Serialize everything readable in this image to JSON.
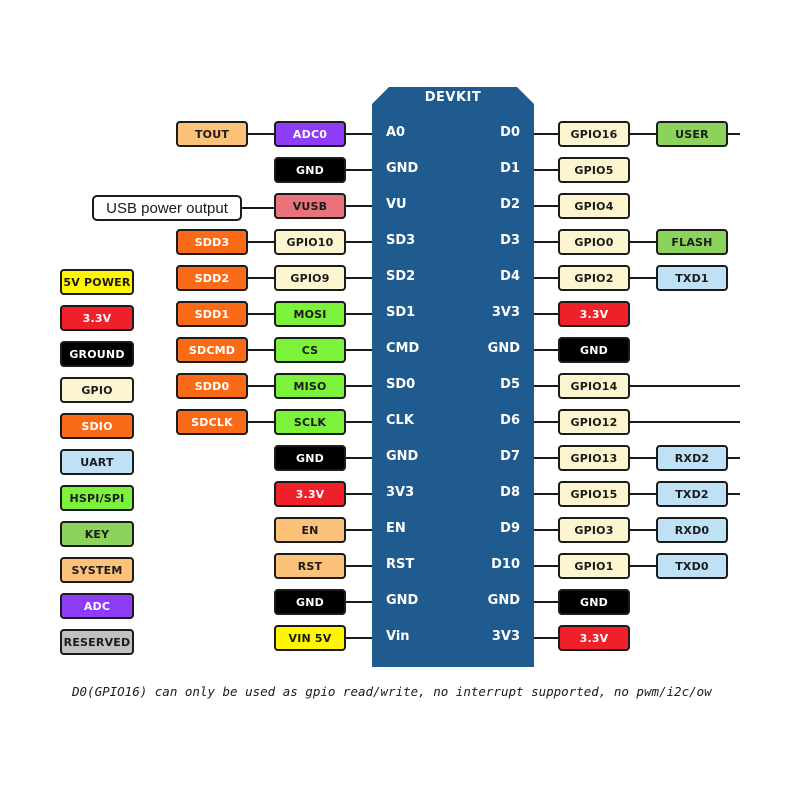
{
  "board": {
    "title": "DEVKIT"
  },
  "callout": "USB power output",
  "footnote": "D0(GPIO16) can only be used as gpio read/write, no interrupt supported, no pwm/i2c/ow",
  "colors": {
    "ADC": "#8e3cf7",
    "GND": "#000000",
    "POWER": "#f0202a",
    "VUSB": "#e8737a",
    "GPIO": "#fdf5cf",
    "SDIO": "#fb6a16",
    "HSPI": "#7cf23a",
    "UART": "#bfe1f5",
    "SYSTEM": "#fcc27a",
    "KEY": "#8bd35a",
    "VIN": "#fff600",
    "RESERVED": "#c0c0c0"
  },
  "legend": [
    {
      "label": "5V POWER",
      "type": "VIN"
    },
    {
      "label": "3.3V",
      "type": "POWER"
    },
    {
      "label": "GROUND",
      "type": "GND"
    },
    {
      "label": "GPIO",
      "type": "GPIO"
    },
    {
      "label": "SDIO",
      "type": "SDIO"
    },
    {
      "label": "UART",
      "type": "UART"
    },
    {
      "label": "HSPI/SPI",
      "type": "HSPI"
    },
    {
      "label": "KEY",
      "type": "KEY"
    },
    {
      "label": "SYSTEM",
      "type": "SYSTEM"
    },
    {
      "label": "ADC",
      "type": "ADC"
    },
    {
      "label": "RESERVED",
      "type": "RESERVED"
    }
  ],
  "left_pins": [
    {
      "pin": "A0",
      "outer": {
        "label": "TOUT",
        "type": "SYSTEM"
      },
      "inner": {
        "label": "ADC0",
        "type": "ADC"
      }
    },
    {
      "pin": "GND",
      "inner": {
        "label": "GND",
        "type": "GND"
      }
    },
    {
      "pin": "VU",
      "inner": {
        "label": "VUSB",
        "type": "VUSB"
      }
    },
    {
      "pin": "SD3",
      "outer": {
        "label": "SDD3",
        "type": "SDIO"
      },
      "inner": {
        "label": "GPIO10",
        "type": "GPIO"
      }
    },
    {
      "pin": "SD2",
      "outer": {
        "label": "SDD2",
        "type": "SDIO"
      },
      "inner": {
        "label": "GPIO9",
        "type": "GPIO"
      }
    },
    {
      "pin": "SD1",
      "outer": {
        "label": "SDD1",
        "type": "SDIO"
      },
      "inner": {
        "label": "MOSI",
        "type": "HSPI"
      }
    },
    {
      "pin": "CMD",
      "outer": {
        "label": "SDCMD",
        "type": "SDIO"
      },
      "inner": {
        "label": "CS",
        "type": "HSPI"
      }
    },
    {
      "pin": "SD0",
      "outer": {
        "label": "SDD0",
        "type": "SDIO"
      },
      "inner": {
        "label": "MISO",
        "type": "HSPI"
      }
    },
    {
      "pin": "CLK",
      "outer": {
        "label": "SDCLK",
        "type": "SDIO"
      },
      "inner": {
        "label": "SCLK",
        "type": "HSPI"
      }
    },
    {
      "pin": "GND",
      "inner": {
        "label": "GND",
        "type": "GND"
      }
    },
    {
      "pin": "3V3",
      "inner": {
        "label": "3.3V",
        "type": "POWER"
      }
    },
    {
      "pin": "EN",
      "inner": {
        "label": "EN",
        "type": "SYSTEM"
      }
    },
    {
      "pin": "RST",
      "inner": {
        "label": "RST",
        "type": "SYSTEM"
      }
    },
    {
      "pin": "GND",
      "inner": {
        "label": "GND",
        "type": "GND"
      }
    },
    {
      "pin": "Vin",
      "inner": {
        "label": "VIN 5V",
        "type": "VIN"
      }
    }
  ],
  "right_pins": [
    {
      "pin": "D0",
      "inner": {
        "label": "GPIO16",
        "type": "GPIO"
      },
      "outer": {
        "label": "USER",
        "type": "KEY"
      },
      "tail": true
    },
    {
      "pin": "D1",
      "inner": {
        "label": "GPIO5",
        "type": "GPIO"
      }
    },
    {
      "pin": "D2",
      "inner": {
        "label": "GPIO4",
        "type": "GPIO"
      }
    },
    {
      "pin": "D3",
      "inner": {
        "label": "GPIO0",
        "type": "GPIO"
      },
      "outer": {
        "label": "FLASH",
        "type": "KEY"
      }
    },
    {
      "pin": "D4",
      "inner": {
        "label": "GPIO2",
        "type": "GPIO"
      },
      "outer": {
        "label": "TXD1",
        "type": "UART"
      }
    },
    {
      "pin": "3V3",
      "inner": {
        "label": "3.3V",
        "type": "POWER"
      }
    },
    {
      "pin": "GND",
      "inner": {
        "label": "GND",
        "type": "GND"
      }
    },
    {
      "pin": "D5",
      "inner": {
        "label": "GPIO14",
        "type": "GPIO"
      },
      "tail": true
    },
    {
      "pin": "D6",
      "inner": {
        "label": "GPIO12",
        "type": "GPIO"
      },
      "tail": true
    },
    {
      "pin": "D7",
      "inner": {
        "label": "GPIO13",
        "type": "GPIO"
      },
      "outer": {
        "label": "RXD2",
        "type": "UART"
      },
      "tail": true
    },
    {
      "pin": "D8",
      "inner": {
        "label": "GPIO15",
        "type": "GPIO"
      },
      "outer": {
        "label": "TXD2",
        "type": "UART"
      },
      "tail": true
    },
    {
      "pin": "D9",
      "inner": {
        "label": "GPIO3",
        "type": "GPIO"
      },
      "outer": {
        "label": "RXD0",
        "type": "UART"
      }
    },
    {
      "pin": "D10",
      "inner": {
        "label": "GPIO1",
        "type": "GPIO"
      },
      "outer": {
        "label": "TXD0",
        "type": "UART"
      }
    },
    {
      "pin": "GND",
      "inner": {
        "label": "GND",
        "type": "GND"
      }
    },
    {
      "pin": "3V3",
      "inner": {
        "label": "3.3V",
        "type": "POWER"
      }
    }
  ]
}
